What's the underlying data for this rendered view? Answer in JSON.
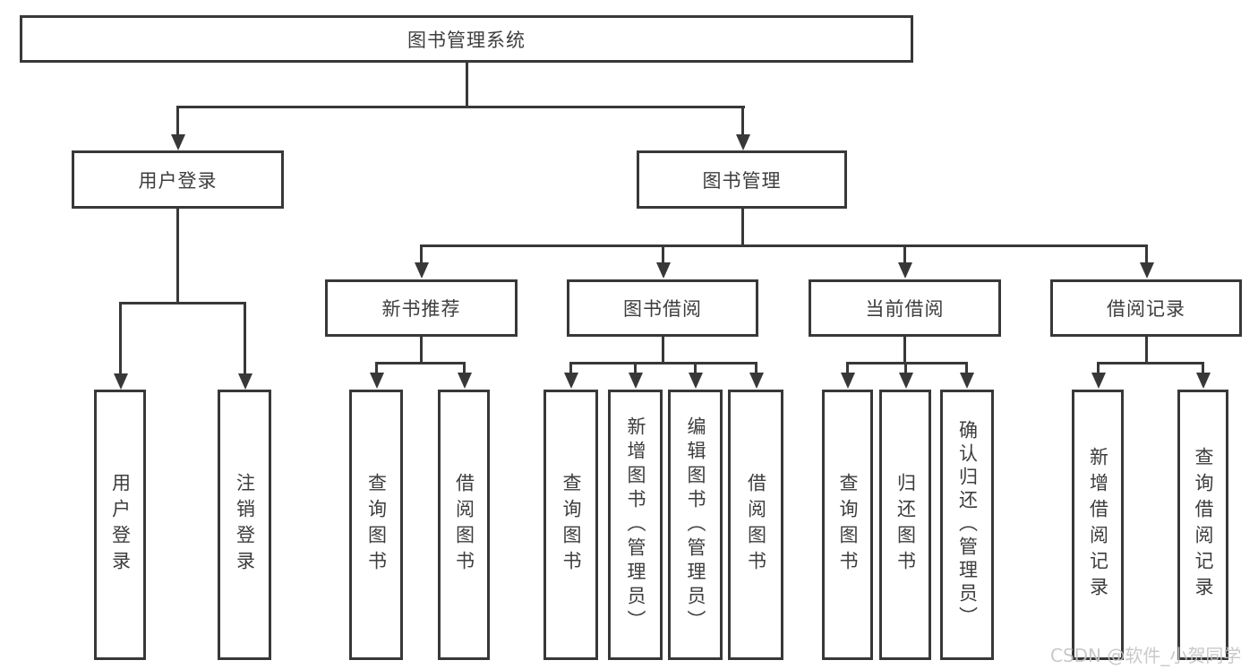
{
  "diagram": {
    "root": {
      "label": "图书管理系统"
    },
    "level2": [
      {
        "label": "用户登录"
      },
      {
        "label": "图书管理"
      }
    ],
    "level3": [
      {
        "label": "新书推荐"
      },
      {
        "label": "图书借阅"
      },
      {
        "label": "当前借阅"
      },
      {
        "label": "借阅记录"
      }
    ],
    "leaves": {
      "login": [
        {
          "label": "用户登录"
        },
        {
          "label": "注销登录"
        }
      ],
      "newbook": [
        {
          "label": "查询图书"
        },
        {
          "label": "借阅图书"
        }
      ],
      "borrow": [
        {
          "label": "查询图书"
        },
        {
          "label": "新增图书（管理员）"
        },
        {
          "label": "编辑图书（管理员）"
        },
        {
          "label": "借阅图书"
        }
      ],
      "current": [
        {
          "label": "查询图书"
        },
        {
          "label": "归还图书"
        },
        {
          "label": "确认归还（管理员）"
        }
      ],
      "records": [
        {
          "label": "新增借阅记录"
        },
        {
          "label": "查询借阅记录"
        }
      ]
    },
    "watermark": "CSDN @软件_小贺同学",
    "colors": {
      "line": "#383838",
      "text": "#3d3d3d",
      "watermark": "#c5c5c5",
      "background": "#ffffff"
    }
  }
}
